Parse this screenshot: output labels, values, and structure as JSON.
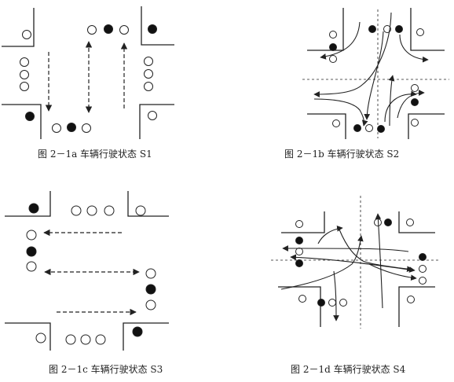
{
  "panels": [
    {
      "id": "s1",
      "caption": "图 2－1a  车辆行驶状态 S1"
    },
    {
      "id": "s2",
      "caption": "图 2－1b  车辆行驶状态 S2"
    },
    {
      "id": "s3",
      "caption": "图 2－1c  车辆行驶状态 S3"
    },
    {
      "id": "s4",
      "caption": "图 2－1d  车辆行驶状态 S4"
    }
  ],
  "legend": {
    "filled_vehicle_color": "#111111",
    "hollow_vehicle_color": "#ffffff",
    "stroke_color": "#222222"
  }
}
